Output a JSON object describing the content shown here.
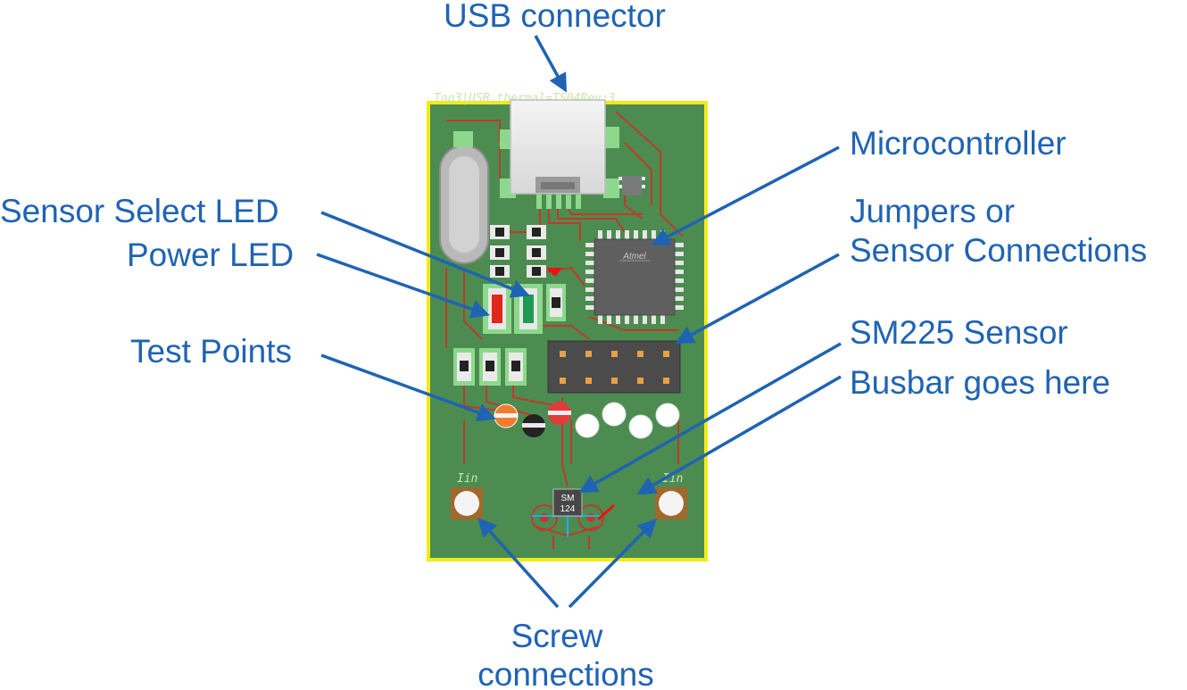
{
  "labels": {
    "usb": "USB connector",
    "micro": "Microcontroller",
    "sensor_led": "Sensor Select LED",
    "power_led": "Power LED",
    "jumpers_1": "Jumpers or",
    "jumpers_2": "Sensor Connections",
    "sm225": "SM225 Sensor",
    "test_points": "Test Points",
    "busbar": "Busbar goes here",
    "screw_1": "Screw",
    "screw_2": "connections"
  },
  "board": {
    "silkscreen": "Top3|USB_thermal=TS04Rev:3",
    "chip_marking": "Atmel",
    "sensor_marking_1": "SM",
    "sensor_marking_2": "124",
    "screw_left_mark": "Iin",
    "screw_right_mark": "Iin"
  },
  "colors": {
    "callout": "#1f63b4",
    "pcb": "#4c8c50",
    "pcb_border": "#f2ea1a",
    "trace": "#c0392b"
  }
}
